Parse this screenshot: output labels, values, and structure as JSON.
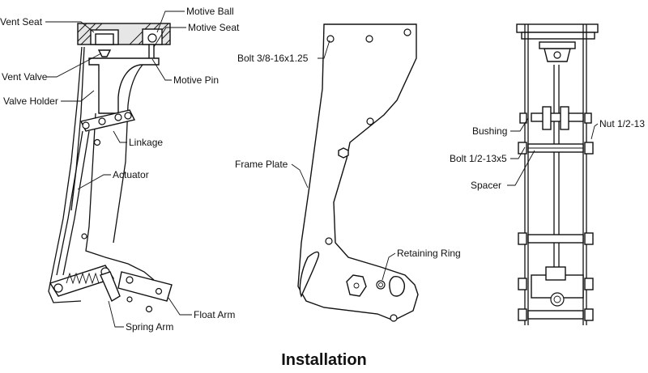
{
  "caption": "Installation",
  "views": {
    "exploded": {
      "labels": {
        "vent_seat": "Vent Seat",
        "motive_ball": "Motive Ball",
        "motive_seat": "Motive Seat",
        "vent_valve": "Vent Valve",
        "motive_pin": "Motive Pin",
        "valve_holder": "Valve Holder",
        "linkage": "Linkage",
        "actuator": "Actuator",
        "float_arm": "Float Arm",
        "spring_arm": "Spring Arm"
      }
    },
    "side": {
      "labels": {
        "bolt_small": "Bolt 3/8-16x1.25",
        "frame_plate": "Frame Plate",
        "retaining_ring": "Retaining Ring"
      }
    },
    "front": {
      "labels": {
        "bushing": "Bushing",
        "nut": "Nut 1/2-13",
        "bolt_large": "Bolt 1/2-13x5",
        "spacer": "Spacer"
      }
    }
  }
}
